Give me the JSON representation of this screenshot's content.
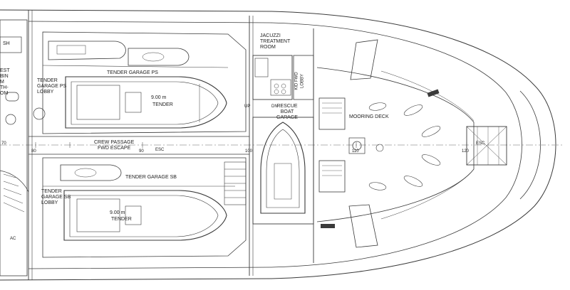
{
  "labels": {
    "sh": "SH",
    "guest_cabin": "EST\nBIN\nM\nTH-\nOM",
    "tender_garage_ps": "TENDER GARAGE PS",
    "tender_garage_ps_lobby": "TENDER\nGARAGE PS\nLOBBY",
    "tender_ps_length": "9.00 m",
    "tender_ps": "TENDER",
    "crew_passage": "CREW PASSAGE\nFWD ESCAPE",
    "tender_garage_sb": "TENDER GARAGE SB",
    "tender_garage_sb_lobby": "TENDER\nGARAGE SB\nLOBBY",
    "tender_sb_length": "9.00 m",
    "tender_sb": "TENDER",
    "jacuzzi_room": "JACUZZI\nTREATMENT\nROOM",
    "kid_fwd_lobby": "KID FWD\nLOBBY",
    "rescue_boat_garage": "RESCUE\nBOAT\nGARAGE",
    "mooring_deck": "MOORING DECK",
    "esc_aft": "ESC",
    "esc_fwd": "ESC",
    "up": "UP",
    "dn": "DN",
    "ac": "AC",
    "frame_80": "80",
    "frame_90": "90",
    "frame_100": "100",
    "frame_110": "110",
    "frame_120": "120",
    "frame_left": "70"
  },
  "colors": {
    "line": "#3a3a3a",
    "thin": "#7a7a7a",
    "dash": "#9a9a9a",
    "bg": "#ffffff"
  }
}
